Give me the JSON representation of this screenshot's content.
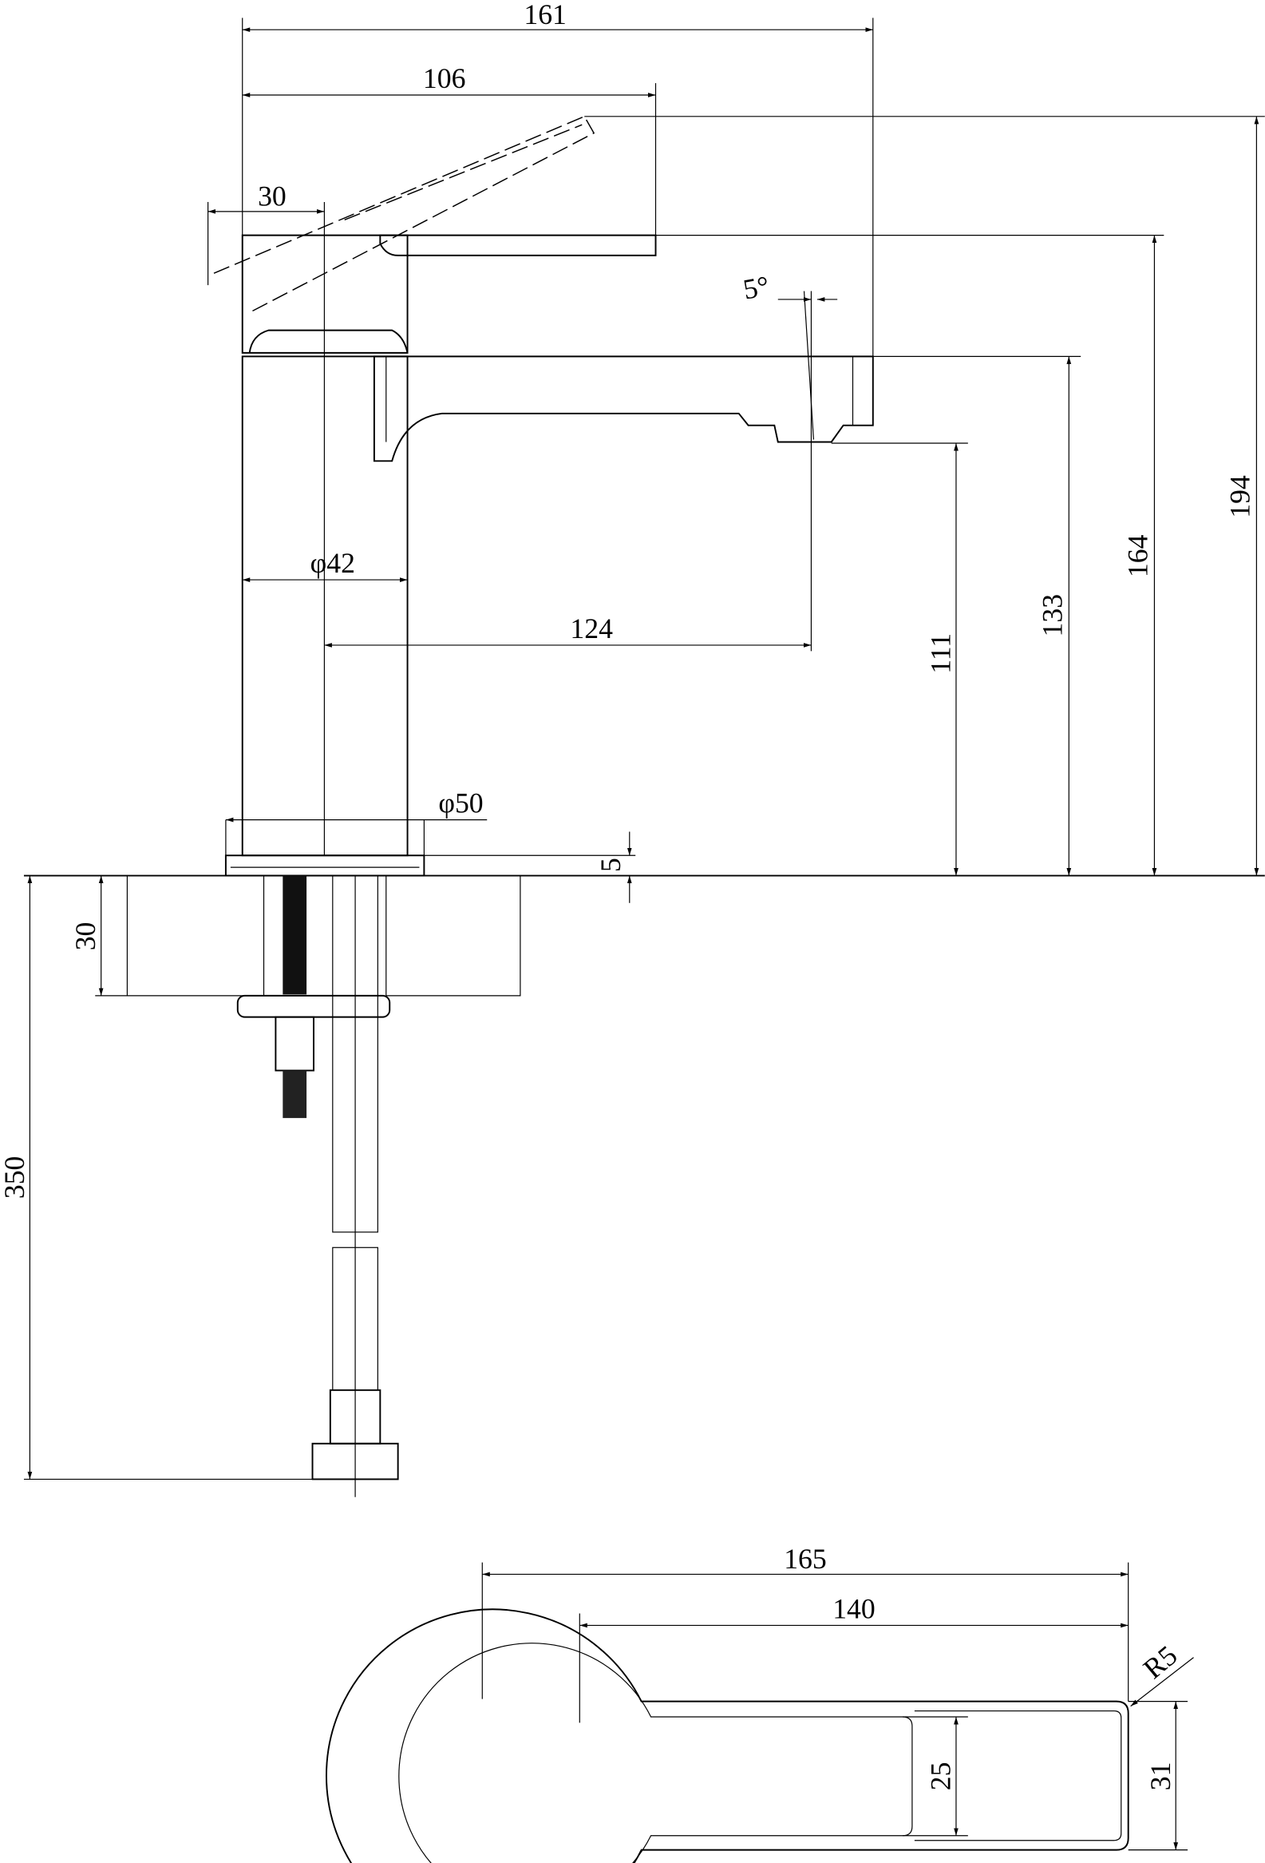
{
  "dimensions": {
    "width_total": "161",
    "lever_reach": "106",
    "handle_width": "30",
    "aerator_angle": "5°",
    "body_diameter": "φ42",
    "spout_reach": "124",
    "base_diameter": "φ50",
    "base_height": "5",
    "spout_outlet_height": "111",
    "spout_top_height": "133",
    "handle_height": "164",
    "lever_raised_height": "194",
    "counter_thickness": "30",
    "hose_length": "350",
    "plan_length": "165",
    "plan_spout_length": "140",
    "plan_radius": "R5",
    "plan_inner_width": "25",
    "plan_width": "31"
  }
}
